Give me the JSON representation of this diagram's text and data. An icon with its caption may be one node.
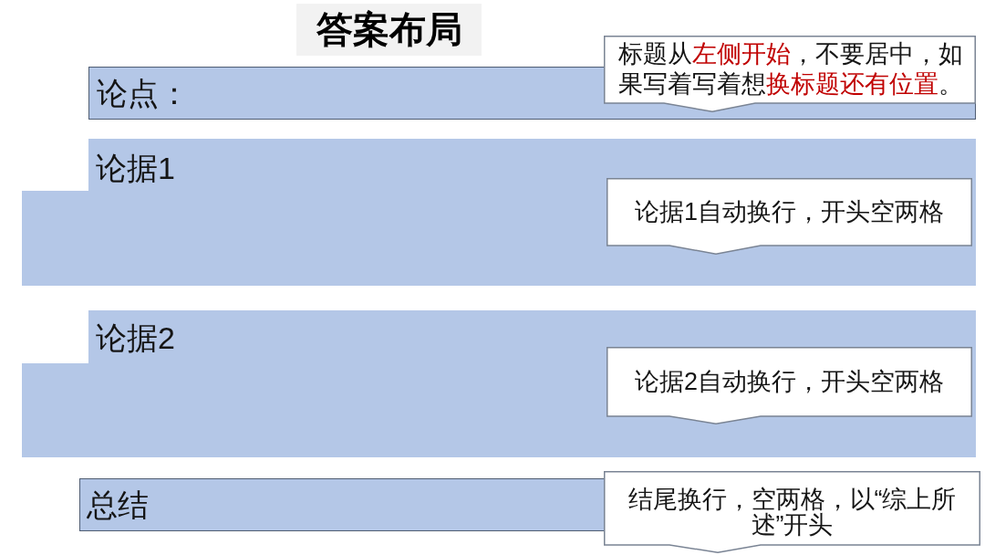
{
  "diagram": {
    "title": "答案布局",
    "nodes": [
      {
        "text": [
          "论点："
        ]
      },
      {
        "text": [
          "标题从**左侧开始**，不要居中，如果写着写着想**换标题还有位置**。"
        ]
      },
      {
        "text": [
          "论据1"
        ]
      },
      {
        "text": [
          "论据1自动换行，开头空两格"
        ],
        "in": 2
      },
      {
        "text": [
          "论据2"
        ]
      },
      {
        "text": [
          "论据2自动换行，开头空两格"
        ],
        "in": 4
      },
      {
        "text": [
          "总结"
        ]
      },
      {
        "text": [
          "结尾换行，空两格，以“综上所述”开头"
        ]
      }
    ]
  }
}
